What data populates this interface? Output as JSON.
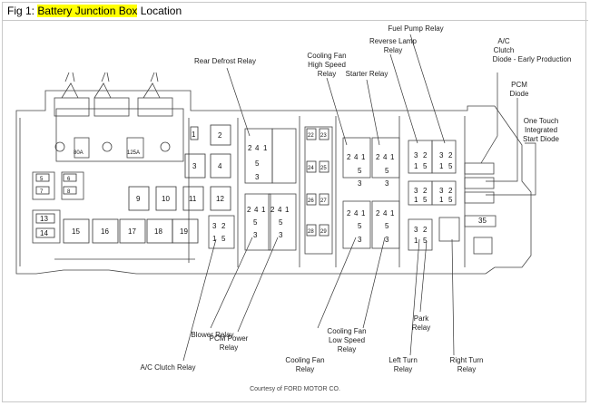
{
  "figure": {
    "caption_prefix": "Fig 1:",
    "caption_highlight": "Battery Junction Box",
    "caption_suffix": " Location",
    "credit": "Courtesy of FORD MOTOR CO."
  },
  "callouts": {
    "rear_defrost": [
      "Rear Defrost Relay"
    ],
    "cooling_fan_high": [
      "Cooling Fan",
      "High Speed",
      "Relay"
    ],
    "starter": [
      "Starter Relay"
    ],
    "reverse_lamp": [
      "Reverse Lamp",
      "Relay"
    ],
    "fuel_pump": [
      "Fuel Pump Relay"
    ],
    "ac_clutch_diode": [
      "A/C",
      "Clutch",
      "Diode - Early Production"
    ],
    "pcm_diode": [
      "PCM",
      "Diode"
    ],
    "one_touch": [
      "One Touch",
      "Integrated",
      "Start Diode"
    ],
    "blower": [
      "Blower Relay"
    ],
    "ac_clutch_relay": [
      "A/C Clutch Relay"
    ],
    "pcm_power": [
      "PCM Power",
      "Relay"
    ],
    "cooling_fan": [
      "Cooling Fan",
      "Relay"
    ],
    "cooling_fan_low": [
      "Cooling Fan",
      "Low Speed",
      "Relay"
    ],
    "left_turn": [
      "Left Turn",
      "Relay"
    ],
    "park": [
      "Park",
      "Relay"
    ],
    "right_turn": [
      "Right Turn",
      "Relay"
    ]
  },
  "fuses": {
    "mega_left": "80A",
    "mega_right": "125A",
    "f1": "1",
    "f2": "2",
    "f3": "3",
    "f4": "4",
    "f5": "5",
    "f6": "6",
    "f7": "7",
    "f8": "8",
    "f9": "9",
    "f10": "10",
    "f11": "11",
    "f12": "12",
    "f13": "13",
    "f14": "14",
    "f15": "15",
    "f16": "16",
    "f17": "17",
    "f18": "18",
    "f19": "19",
    "f22": "22",
    "f23": "23",
    "f24": "24",
    "f25": "25",
    "f26": "26",
    "f27": "27",
    "f28": "28",
    "f29": "29",
    "f35": "35"
  },
  "pins": {
    "p1": "1",
    "p2": "2",
    "p3": "3",
    "p4": "4",
    "p5": "5"
  }
}
